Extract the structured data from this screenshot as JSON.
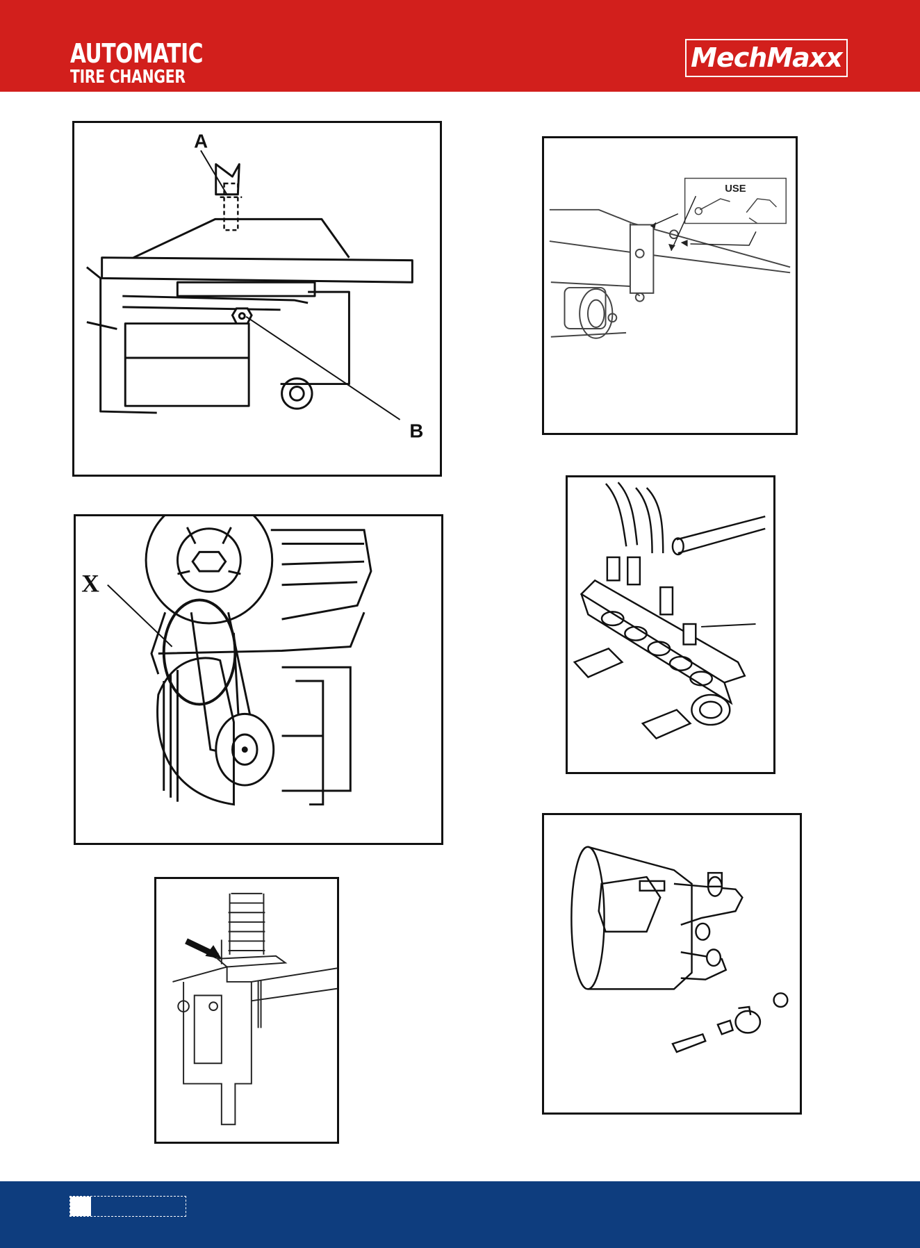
{
  "header": {
    "title_line1": "AUTOMATIC",
    "title_line2": "TIRE CHANGER",
    "logo": "MechMaxx"
  },
  "colors": {
    "header_red": "#d21f1c",
    "footer_blue": "#0e3d7e",
    "frame": "#111111"
  },
  "figures": {
    "motor_mount": {
      "label_a": "A",
      "label_b": "B"
    },
    "frame_bolts": {
      "use_label": "USE"
    },
    "belt_drive": {
      "label_x": "X"
    },
    "manifold": {},
    "spring_column": {},
    "motor_cylinder": {}
  },
  "footer": {
    "page_number": ""
  }
}
